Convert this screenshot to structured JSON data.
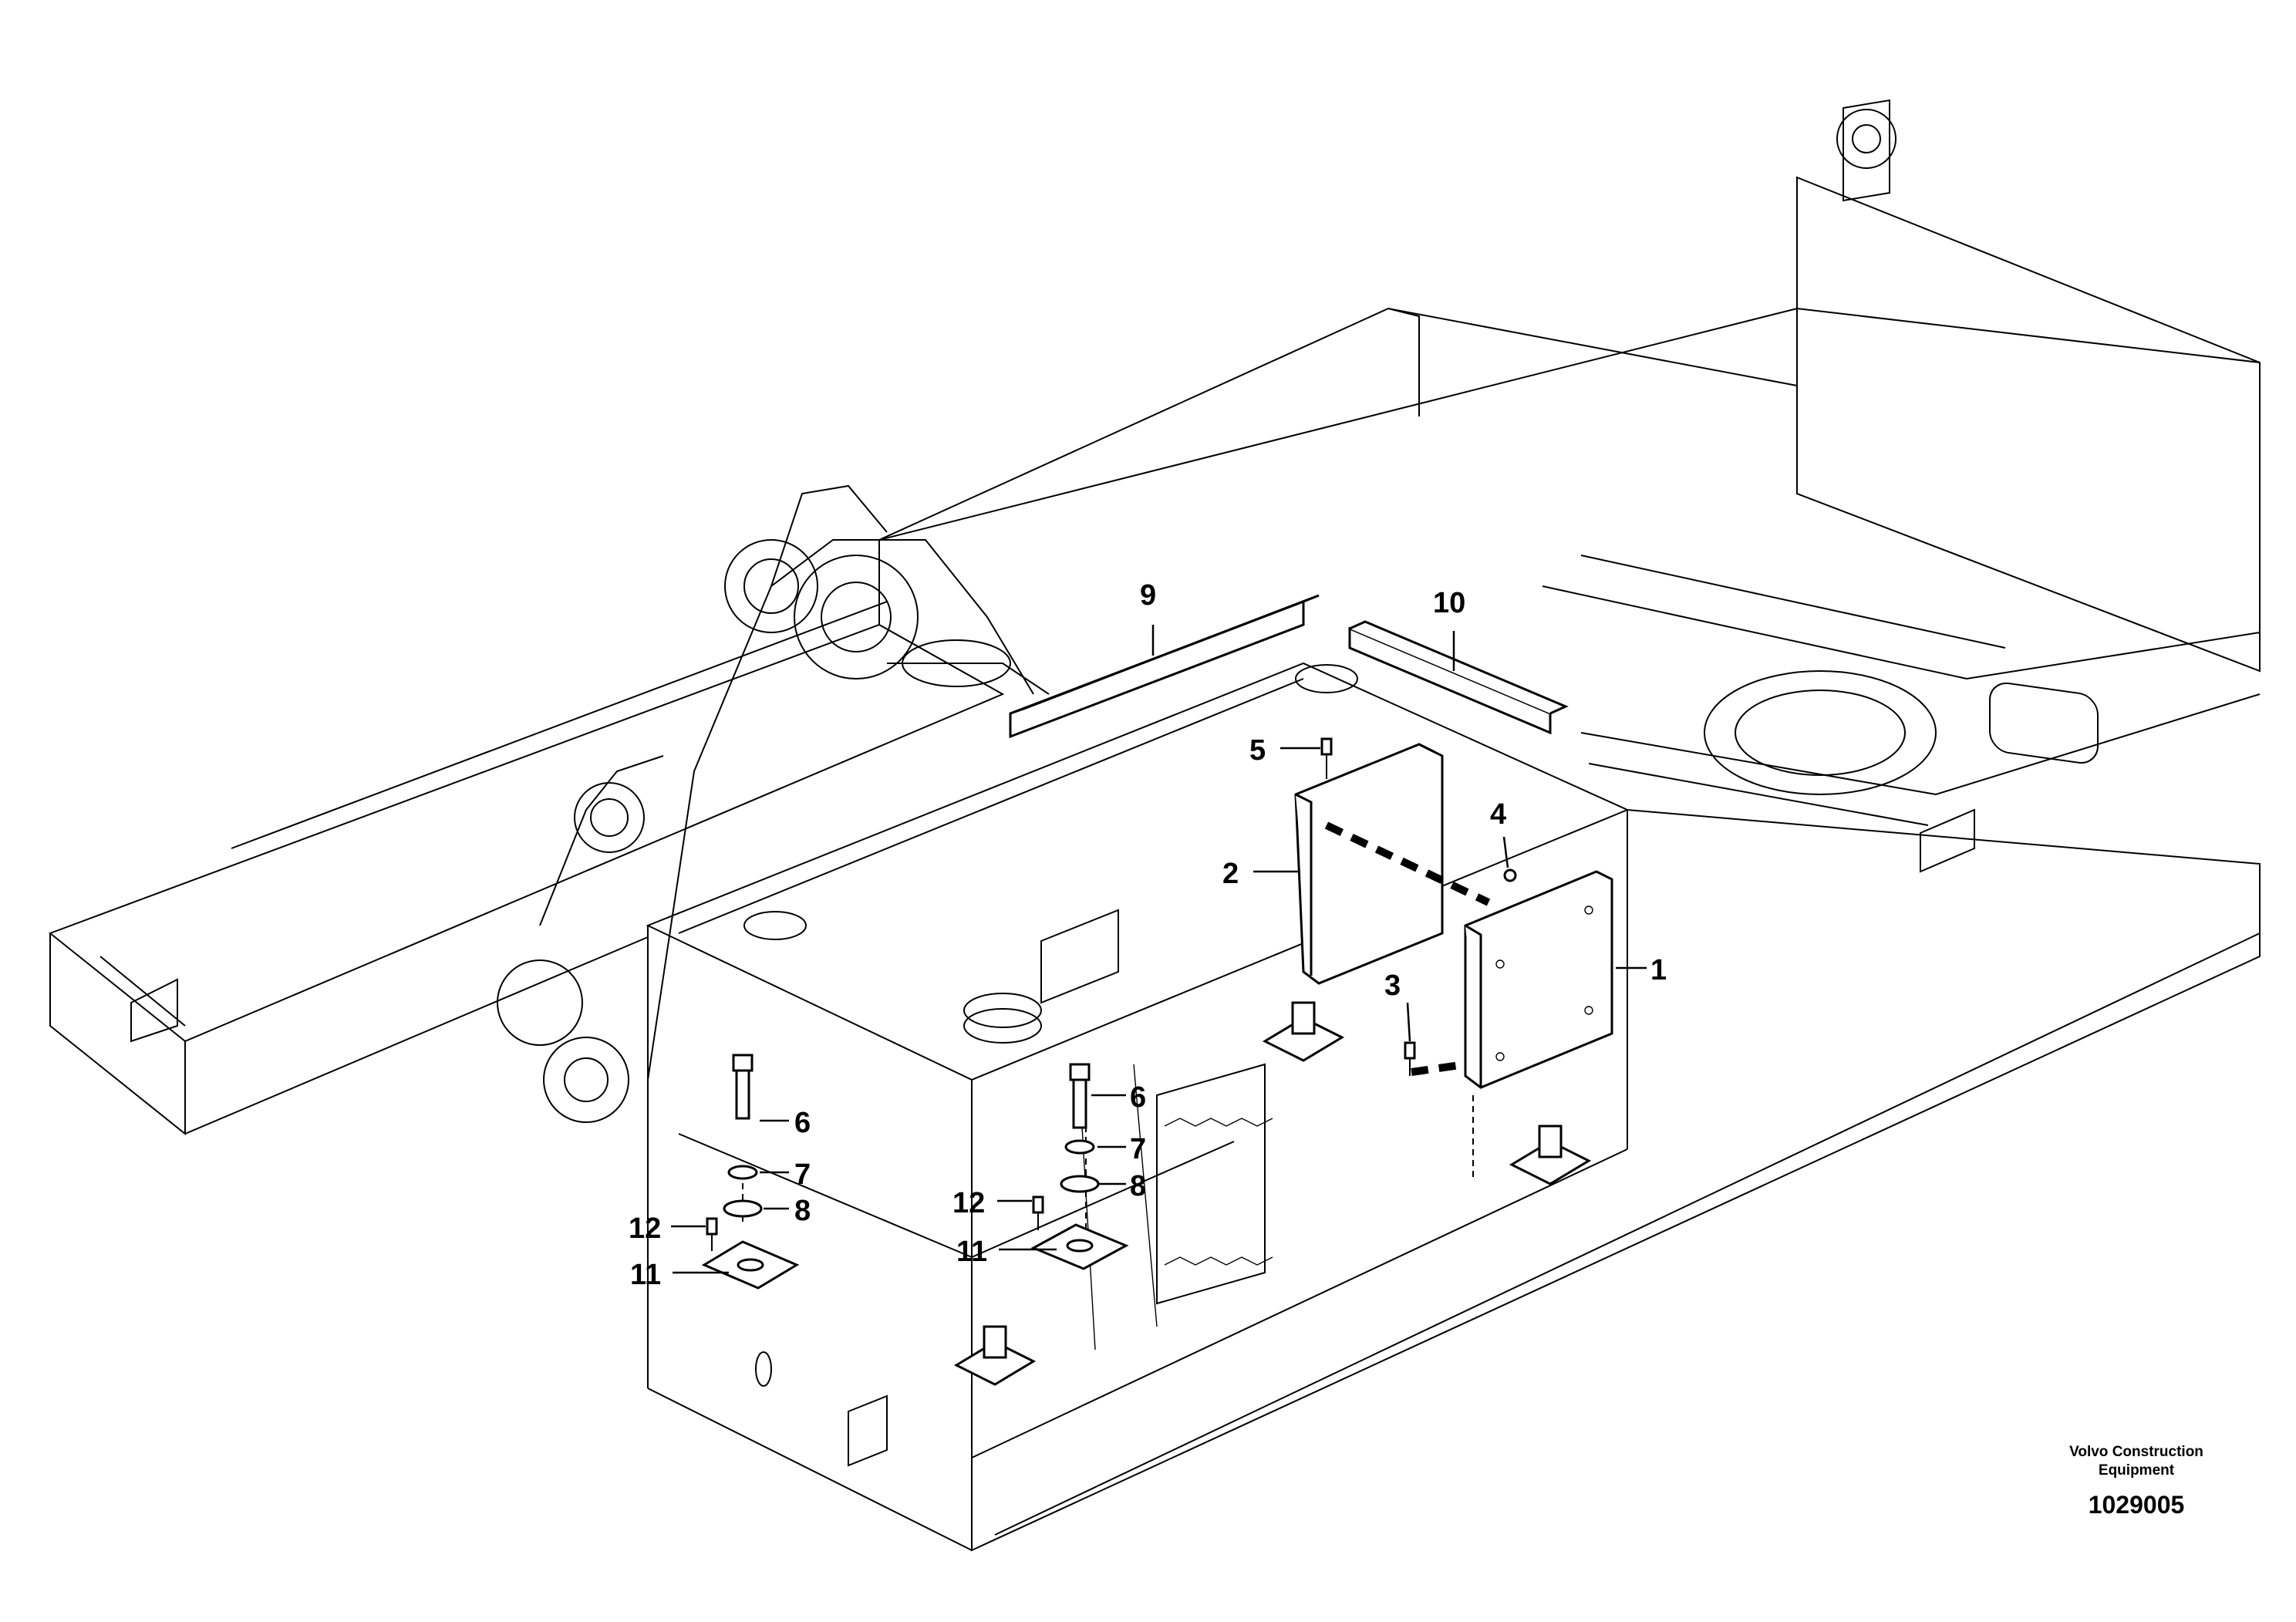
{
  "callouts": [
    {
      "id": "1",
      "label": "1"
    },
    {
      "id": "2",
      "label": "2"
    },
    {
      "id": "3",
      "label": "3"
    },
    {
      "id": "4",
      "label": "4"
    },
    {
      "id": "5",
      "label": "5"
    },
    {
      "id": "6a",
      "label": "6"
    },
    {
      "id": "6b",
      "label": "6"
    },
    {
      "id": "7a",
      "label": "7"
    },
    {
      "id": "7b",
      "label": "7"
    },
    {
      "id": "8a",
      "label": "8"
    },
    {
      "id": "8b",
      "label": "8"
    },
    {
      "id": "9",
      "label": "9"
    },
    {
      "id": "10",
      "label": "10"
    },
    {
      "id": "11a",
      "label": "11"
    },
    {
      "id": "11b",
      "label": "11"
    },
    {
      "id": "12a",
      "label": "12"
    },
    {
      "id": "12b",
      "label": "12"
    }
  ],
  "footer": {
    "publisher_line1": "Volvo Construction",
    "publisher_line2": "Equipment",
    "drawing_number": "1029005"
  }
}
